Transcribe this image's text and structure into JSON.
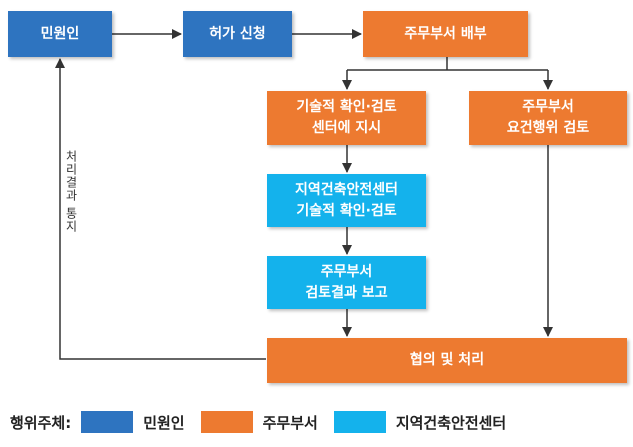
{
  "nodes": {
    "applicant": "민원인",
    "permit_application": "허가 신청",
    "assign_department": "주무부서 배부",
    "instruct_center": "기술적 확인·검토\n센터에 지시",
    "dept_review_requirements": "주무부서\n요건행위 검토",
    "center_technical_review": "지역건축안전센터\n기술적 확인·검토",
    "dept_review_report": "주무부서\n검토결과 보고",
    "consult_process": "협의 및 처리"
  },
  "edge_labels": {
    "result_notice": "처리결과 통지"
  },
  "legend": {
    "title": "행위주체:",
    "items": [
      {
        "label": "민원인",
        "color": "#2e74c0"
      },
      {
        "label": "주무부서",
        "color": "#ed7a30"
      },
      {
        "label": "지역건축안전센터",
        "color": "#14b2ec"
      }
    ]
  },
  "colors": {
    "applicant_blue": "#2e74c0",
    "department_orange": "#ed7a30",
    "center_cyan": "#14b2ec",
    "arrow": "#333333"
  }
}
